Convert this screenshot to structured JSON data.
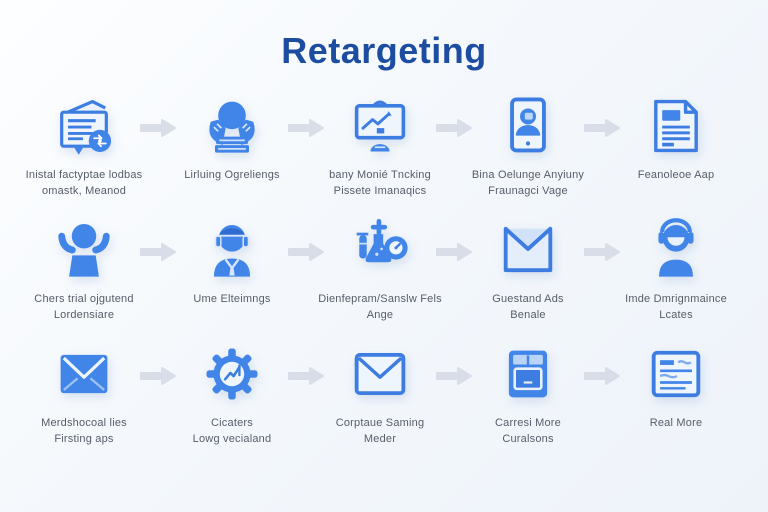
{
  "title": "Retargeting",
  "colors": {
    "title": "#1c4da0",
    "icon_primary": "#4285e8",
    "icon_stroke": "#3d7de2",
    "icon_light_fill": "#e9f2fc",
    "arrow": "#d9dde8",
    "label_text": "#565d69",
    "background": "#f4f8fc"
  },
  "rows": [
    {
      "items": [
        {
          "icon": "brochure-share-icon",
          "label1": "Inistal factyptae lodbas",
          "label2": "omastk, Meanod"
        },
        {
          "icon": "person-hands-icon",
          "label1": "Lirluing Ogreliengs",
          "label2": ""
        },
        {
          "icon": "monitor-tracking-icon",
          "label1": "bany Monié Tncking",
          "label2": "Pissete Imanaqics"
        },
        {
          "icon": "tablet-profile-icon",
          "label1": "Bina Oelunge Anyiuny",
          "label2": "Fraunagci Vage"
        },
        {
          "icon": "article-page-icon",
          "label1": "Feanoleoe Aap",
          "label2": ""
        }
      ]
    },
    {
      "items": [
        {
          "icon": "person-celebrate-icon",
          "label1": "Chers trial ojgutend",
          "label2": "Lordensiare"
        },
        {
          "icon": "person-headset-icon",
          "label1": "Ume Elteimngs",
          "label2": ""
        },
        {
          "icon": "lab-testing-icon",
          "label1": "Dienfepram/Sanslw Fels",
          "label2": "Ange"
        },
        {
          "icon": "open-envelope-icon",
          "label1": "Guestand Ads",
          "label2": "Benale"
        },
        {
          "icon": "person-headphones-icon",
          "label1": "Imde Dmrignmaince",
          "label2": "Lcates"
        }
      ]
    },
    {
      "items": [
        {
          "icon": "solid-envelope-icon",
          "label1": "Merdshocoal lies",
          "label2": "Firsting aps"
        },
        {
          "icon": "gear-chart-icon",
          "label1": "Cicaters",
          "label2": "Lowg vecialand"
        },
        {
          "icon": "envelope-icon",
          "label1": "Corptaue Saming",
          "label2": "Meder"
        },
        {
          "icon": "screen-frame-icon",
          "label1": "Carresi More",
          "label2": "Curalsons"
        },
        {
          "icon": "read-more-card-icon",
          "label1": "Real More",
          "label2": ""
        }
      ]
    }
  ]
}
